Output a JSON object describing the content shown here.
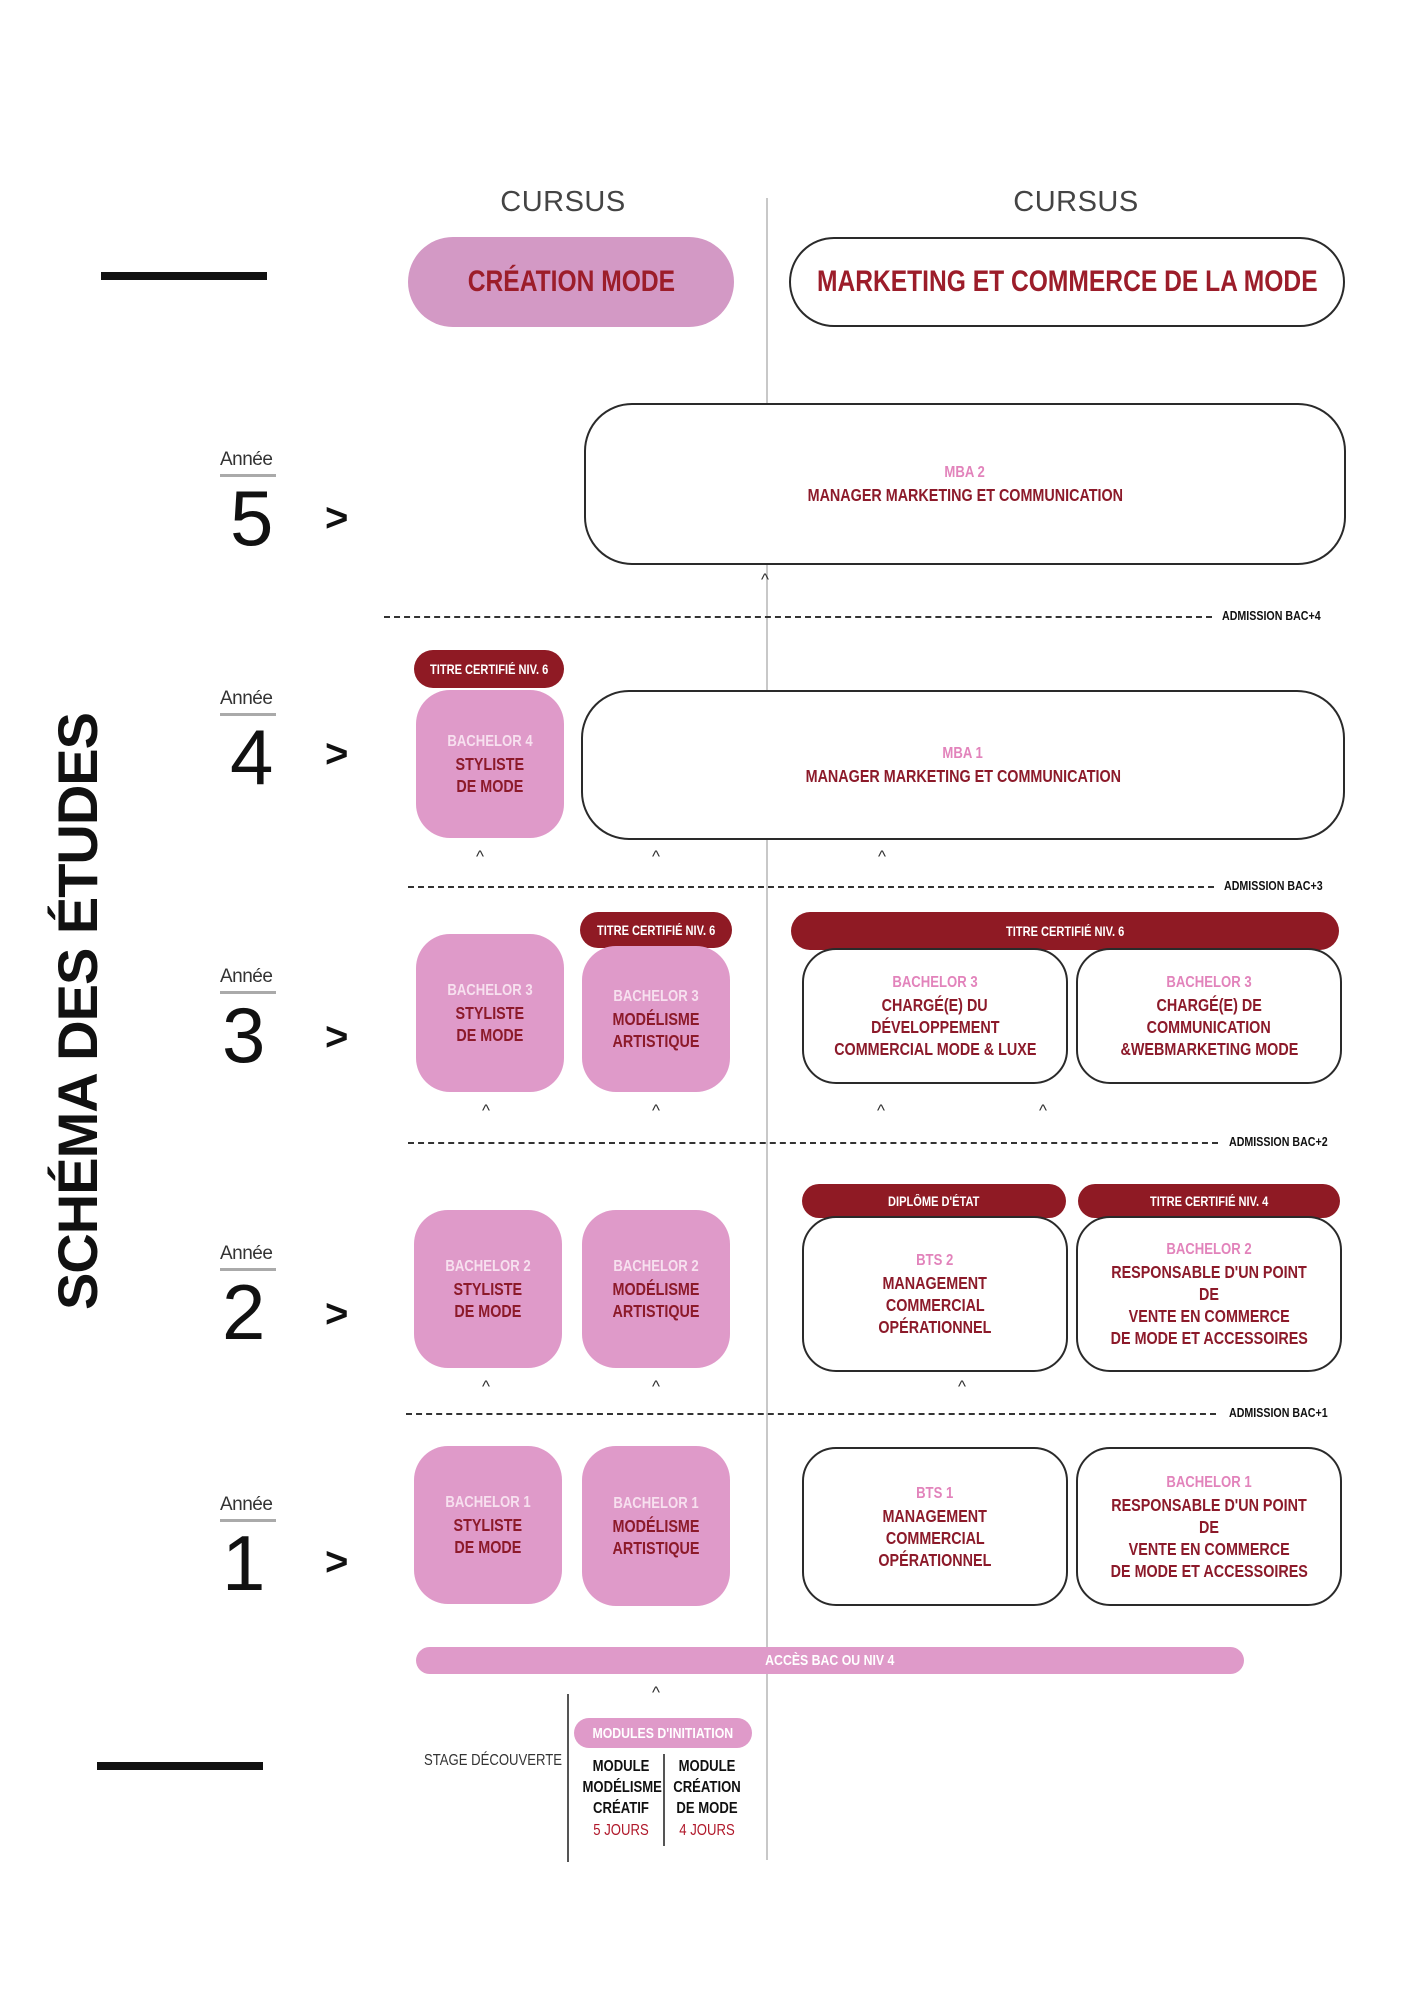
{
  "title": "SCHÉMA DES ÉTUDES",
  "columns": [
    {
      "label": "CURSUS",
      "name": "CRÉATION MODE"
    },
    {
      "label": "CURSUS",
      "name": "MARKETING ET COMMERCE DE LA MODE"
    }
  ],
  "years": [
    {
      "word": "Année",
      "num": "5"
    },
    {
      "word": "Année",
      "num": "4"
    },
    {
      "word": "Année",
      "num": "3"
    },
    {
      "word": "Année",
      "num": "2"
    },
    {
      "word": "Année",
      "num": "1"
    }
  ],
  "arrow": ">",
  "caret": "^",
  "admissions": [
    "ADMISSION BAC+4",
    "ADMISSION BAC+3",
    "ADMISSION BAC+2",
    "ADMISSION BAC+1"
  ],
  "badges": {
    "b4_styliste": "TITRE CERTIFIÉ NIV. 6",
    "b3_modelisme": "TITRE CERTIFIÉ NIV. 6",
    "b3_marketing": "TITRE CERTIFIÉ NIV. 6",
    "bts2": "DIPLÔME D'ÉTAT",
    "b2_resp": "TITRE CERTIFIÉ NIV. 4"
  },
  "boxes": {
    "mba2": {
      "l1": "MBA 2",
      "l2": "MANAGER MARKETING ET COMMUNICATION"
    },
    "mba1": {
      "l1": "MBA 1",
      "l2": "MANAGER MARKETING ET COMMUNICATION"
    },
    "b4_sty": {
      "l1": "BACHELOR 4",
      "l2": "STYLISTE",
      "l3": "DE MODE"
    },
    "b3_sty": {
      "l1": "BACHELOR 3",
      "l2": "STYLISTE",
      "l3": "DE MODE"
    },
    "b3_mod": {
      "l1": "BACHELOR 3",
      "l2": "MODÉLISME",
      "l3": "ARTISTIQUE"
    },
    "b3_dev": {
      "l1": "BACHELOR 3",
      "l2": "CHARGÉ(E) DU",
      "l3": "DÉVELOPPEMENT",
      "l4": "COMMERCIAL MODE & LUXE"
    },
    "b3_com": {
      "l1": "BACHELOR 3",
      "l2": "CHARGÉ(E) DE",
      "l3": "COMMUNICATION",
      "l4": "&WEBMARKETING MODE"
    },
    "b2_sty": {
      "l1": "BACHELOR 2",
      "l2": "STYLISTE",
      "l3": "DE MODE"
    },
    "b2_mod": {
      "l1": "BACHELOR 2",
      "l2": "MODÉLISME",
      "l3": "ARTISTIQUE"
    },
    "bts2": {
      "l1": "BTS 2",
      "l2": "MANAGEMENT",
      "l3": "COMMERCIAL",
      "l4": "OPÉRATIONNEL"
    },
    "b2_resp": {
      "l1": "BACHELOR 2",
      "l2": "RESPONSABLE D'UN POINT DE",
      "l3": "VENTE EN COMMERCE",
      "l4": "DE MODE ET ACCESSOIRES"
    },
    "b1_sty": {
      "l1": "BACHELOR 1",
      "l2": "STYLISTE",
      "l3": "DE MODE"
    },
    "b1_mod": {
      "l1": "BACHELOR 1",
      "l2": "MODÉLISME",
      "l3": "ARTISTIQUE"
    },
    "bts1": {
      "l1": "BTS 1",
      "l2": "MANAGEMENT",
      "l3": "COMMERCIAL",
      "l4": "OPÉRATIONNEL"
    },
    "b1_resp": {
      "l1": "BACHELOR 1",
      "l2": "RESPONSABLE D'UN POINT DE",
      "l3": "VENTE EN COMMERCE",
      "l4": "DE MODE ET ACCESSOIRES"
    }
  },
  "access_bar": "ACCÈS BAC OU NIV 4",
  "stage": "STAGE DÉCOUVERTE",
  "modules_badge": "MODULES D'INITIATION",
  "modules": [
    {
      "l1": "MODULE",
      "l2": "MODÉLISME",
      "l3": "CRÉATIF",
      "days": "5 JOURS"
    },
    {
      "l1": "MODULE",
      "l2": "CRÉATION",
      "l3": "DE MODE",
      "days": "4 JOURS"
    }
  ],
  "colors": {
    "pink_box": "#df9ac9",
    "pink_head": "#d399c5",
    "burgundy": "#8f1a24",
    "text_red": "#9c1d2a"
  }
}
